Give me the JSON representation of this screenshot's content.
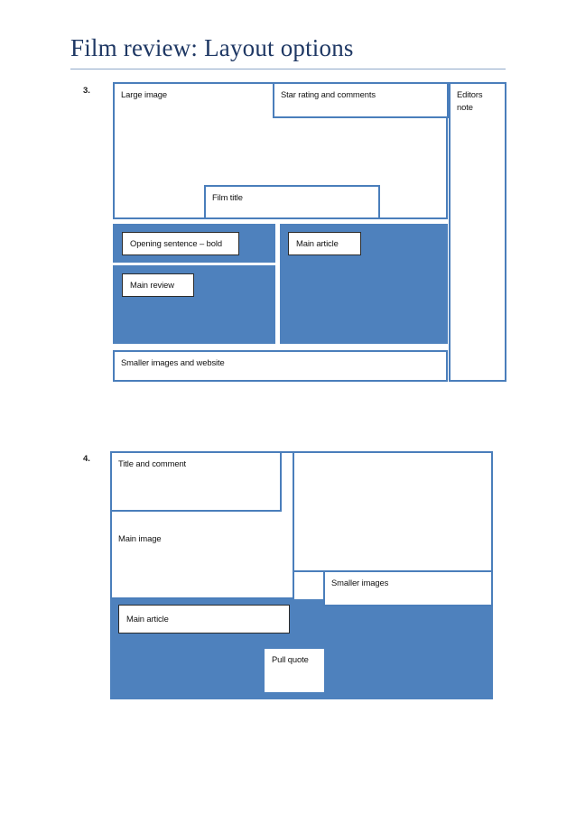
{
  "document": {
    "title": "Film review: Layout options",
    "title_color": "#1F3864",
    "accent_fill": "#4E81BD",
    "accent_border": "#4A7EBB",
    "plate_border": "#2B2B2B"
  },
  "layouts": [
    {
      "number": "3.",
      "boxes": [
        {
          "name": "large-image",
          "label": "Large image"
        },
        {
          "name": "star-rating-and-comments",
          "label": "Star rating and comments"
        },
        {
          "name": "editors-note",
          "label": "Editors\nnote"
        },
        {
          "name": "film-title",
          "label": "Film title"
        },
        {
          "name": "opening-sentence-bold",
          "label": "Opening sentence – bold"
        },
        {
          "name": "main-review",
          "label": "Main review"
        },
        {
          "name": "main-article",
          "label": "Main article"
        },
        {
          "name": "smaller-images-and-website",
          "label": "Smaller images and website"
        }
      ]
    },
    {
      "number": "4.",
      "boxes": [
        {
          "name": "title-and-comment",
          "label": "Title and comment"
        },
        {
          "name": "main-image",
          "label": "Main image"
        },
        {
          "name": "smaller-images",
          "label": "Smaller images"
        },
        {
          "name": "main-article",
          "label": "Main article"
        },
        {
          "name": "pull-quote",
          "label": "Pull quote"
        }
      ]
    }
  ]
}
